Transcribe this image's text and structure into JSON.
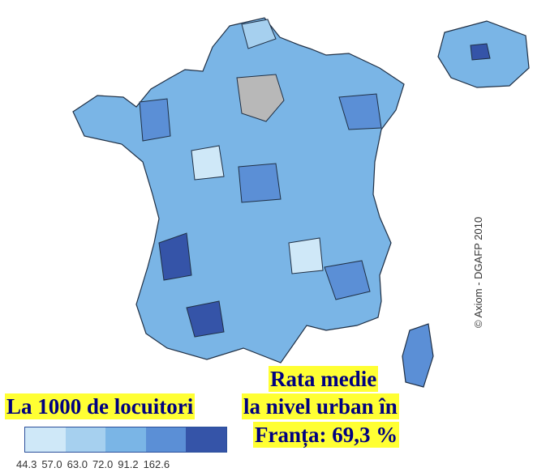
{
  "credit": "© Axiom - DGAFP 2010",
  "legend": {
    "title": "La 1000 de locuitori",
    "colors": [
      "#cfe8f8",
      "#a6d0ef",
      "#7ab5e6",
      "#5b8fd6",
      "#3554a8"
    ],
    "ticks": [
      "44.3",
      "57.0",
      "63.0",
      "72.0",
      "91.2",
      "162.6"
    ]
  },
  "note": {
    "line1": "Rata medie",
    "line2": "la nivel urban în",
    "line3": "Franța: 69,3 %"
  },
  "colors": {
    "no_data": "#b8b8b8",
    "border": "#1f2f44",
    "highlight": "#ffff33",
    "highlight_text": "#000080"
  }
}
